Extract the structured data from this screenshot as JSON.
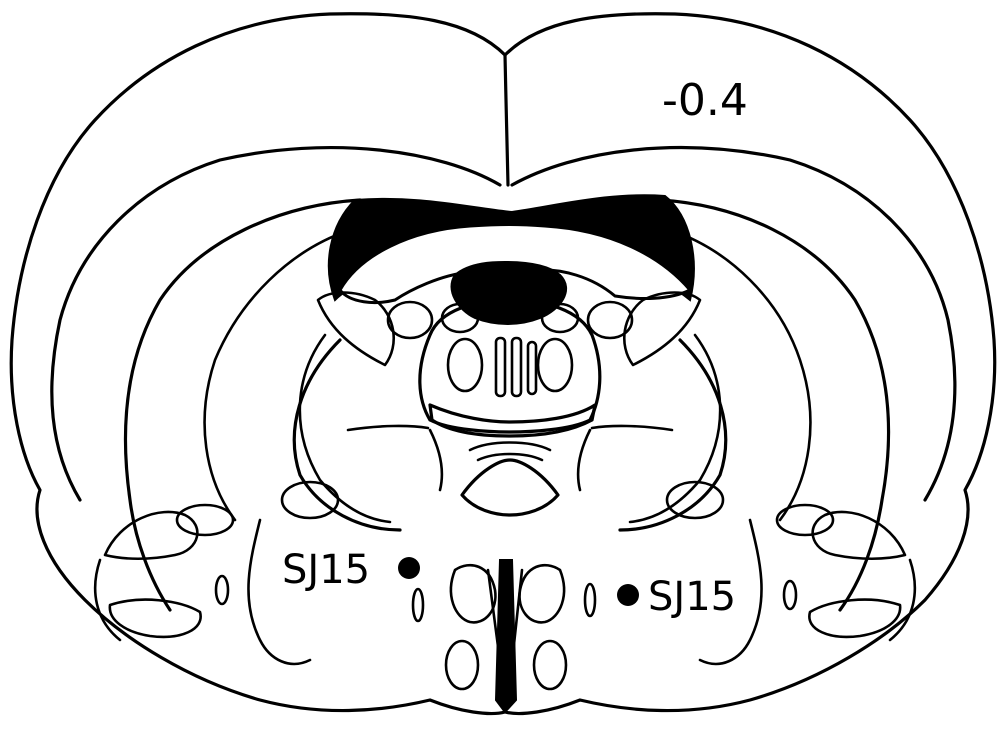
{
  "figure": {
    "level_label": "-0.4",
    "sites": [
      {
        "label": "SJ15",
        "side": "left"
      },
      {
        "label": "SJ15",
        "side": "right"
      }
    ]
  }
}
